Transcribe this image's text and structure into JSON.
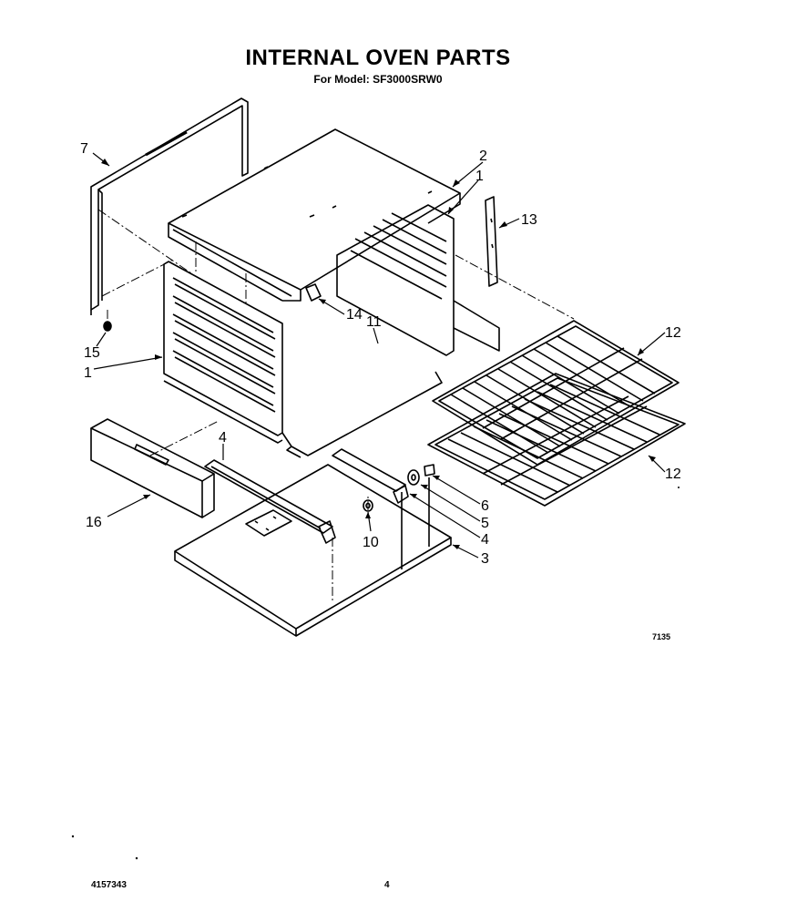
{
  "title": "INTERNAL OVEN PARTS",
  "subtitle": "For Model: SF3000SRW0",
  "callouts": {
    "c7": "7",
    "c2": "2",
    "c1a": "1",
    "c13": "13",
    "c14": "14",
    "c11": "11",
    "c15": "15",
    "c1b": "1",
    "c12a": "12",
    "c12b": "12",
    "c4a": "4",
    "c6": "6",
    "c5": "5",
    "c4b": "4",
    "c10": "10",
    "c3": "3",
    "c16": "16"
  },
  "drawing_code": "7135",
  "doc_number": "4157343",
  "page_number": "4"
}
